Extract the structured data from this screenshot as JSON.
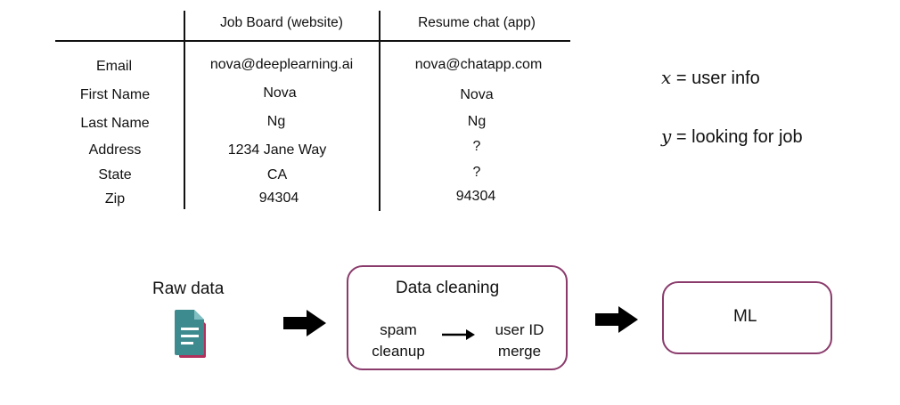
{
  "table": {
    "columns": [
      "Job Board (website)",
      "Resume chat (app)"
    ],
    "rows": [
      {
        "field": "Email",
        "values": [
          "nova@deeplearning.ai",
          "nova@chatapp.com"
        ]
      },
      {
        "field": "First Name",
        "values": [
          "Nova",
          "Nova"
        ]
      },
      {
        "field": "Last Name",
        "values": [
          "Ng",
          "Ng"
        ]
      },
      {
        "field": "Address",
        "values": [
          "1234 Jane Way",
          "?"
        ]
      },
      {
        "field": "State",
        "values": [
          "CA",
          "?"
        ]
      },
      {
        "field": "Zip",
        "values": [
          "94304",
          "94304"
        ]
      }
    ]
  },
  "definitions": [
    {
      "var": "x",
      "text": "= user info"
    },
    {
      "var": "y",
      "text": "= looking for job"
    }
  ],
  "pipeline": {
    "raw_data": "Raw data",
    "raw_data_icon": "document-icon",
    "cleaning": {
      "title": "Data cleaning",
      "step1": [
        "spam",
        "cleanup"
      ],
      "step2": [
        "user ID",
        "merge"
      ]
    },
    "ml": "ML",
    "colors": {
      "box_border": "#8a3b6c",
      "icon_front": "#3d8a8f",
      "icon_back": "#b2305b"
    }
  }
}
